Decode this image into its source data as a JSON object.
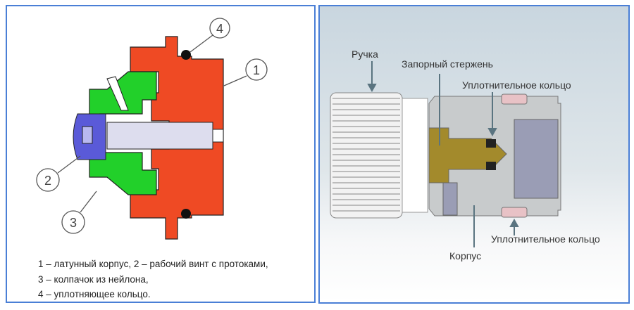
{
  "left_panel": {
    "markers": [
      "1",
      "2",
      "3",
      "4"
    ],
    "caption": [
      "1 – латунный корпус, 2 – рабочий винт с протоками,",
      "3 – колпачок из нейлона,",
      "4 – уплотняющее кольцо."
    ]
  },
  "right_panel": {
    "labels": {
      "handle": "Ручка",
      "stem": "Запорный стержень",
      "seal_top": "Уплотнительное кольцо",
      "seal_bottom": "Уплотнительное кольцо",
      "body": "Корпус"
    }
  },
  "colors": {
    "border": "#4a7fd6",
    "brass_body": "#ef4a24",
    "cap": "#22d02a",
    "screw": "#5a5ad8",
    "stem": "#a38a2c",
    "seal": "#e8c2c6"
  }
}
